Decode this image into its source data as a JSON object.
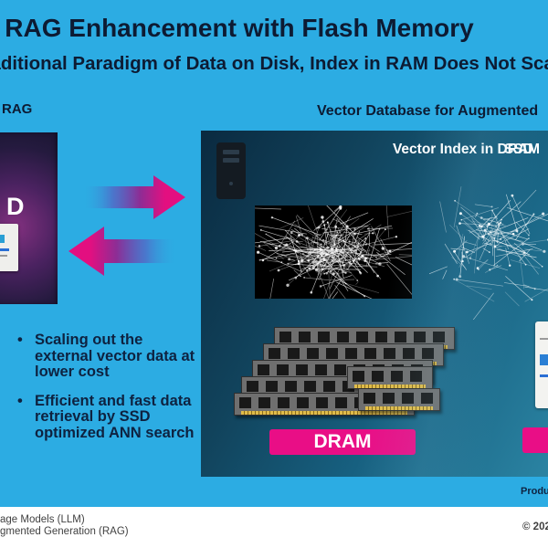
{
  "slide": {
    "title": "RAG Enhancement with Flash Memory",
    "subtitle": "Traditional Paradigm of Data on Disk, Index in RAM Does Not Scale",
    "left_section": {
      "heading": "RAG",
      "panel_label": "D",
      "bullets": [
        "Scaling out the external vector data at lower cost",
        "Efficient and fast data retrieval by SSD optimized ANN search"
      ]
    },
    "right_section": {
      "heading": "Vector Database for Augmented ",
      "vector_index_prefix": "Vector Index in ",
      "vector_index_overlay": [
        "DRAM",
        "SSD"
      ],
      "dram_label": "DRAM",
      "product_note": "Product "
    },
    "footer": {
      "line1": "age Models (LLM)",
      "line2": "gmented Generation (RAG)",
      "copyright": "© 202"
    },
    "colors": {
      "background": "#2cace3",
      "ink": "#0d1b33",
      "magenta": "#e90e86",
      "left_panel_glow": "#82307f",
      "right_panel_teal": "#176080"
    }
  }
}
